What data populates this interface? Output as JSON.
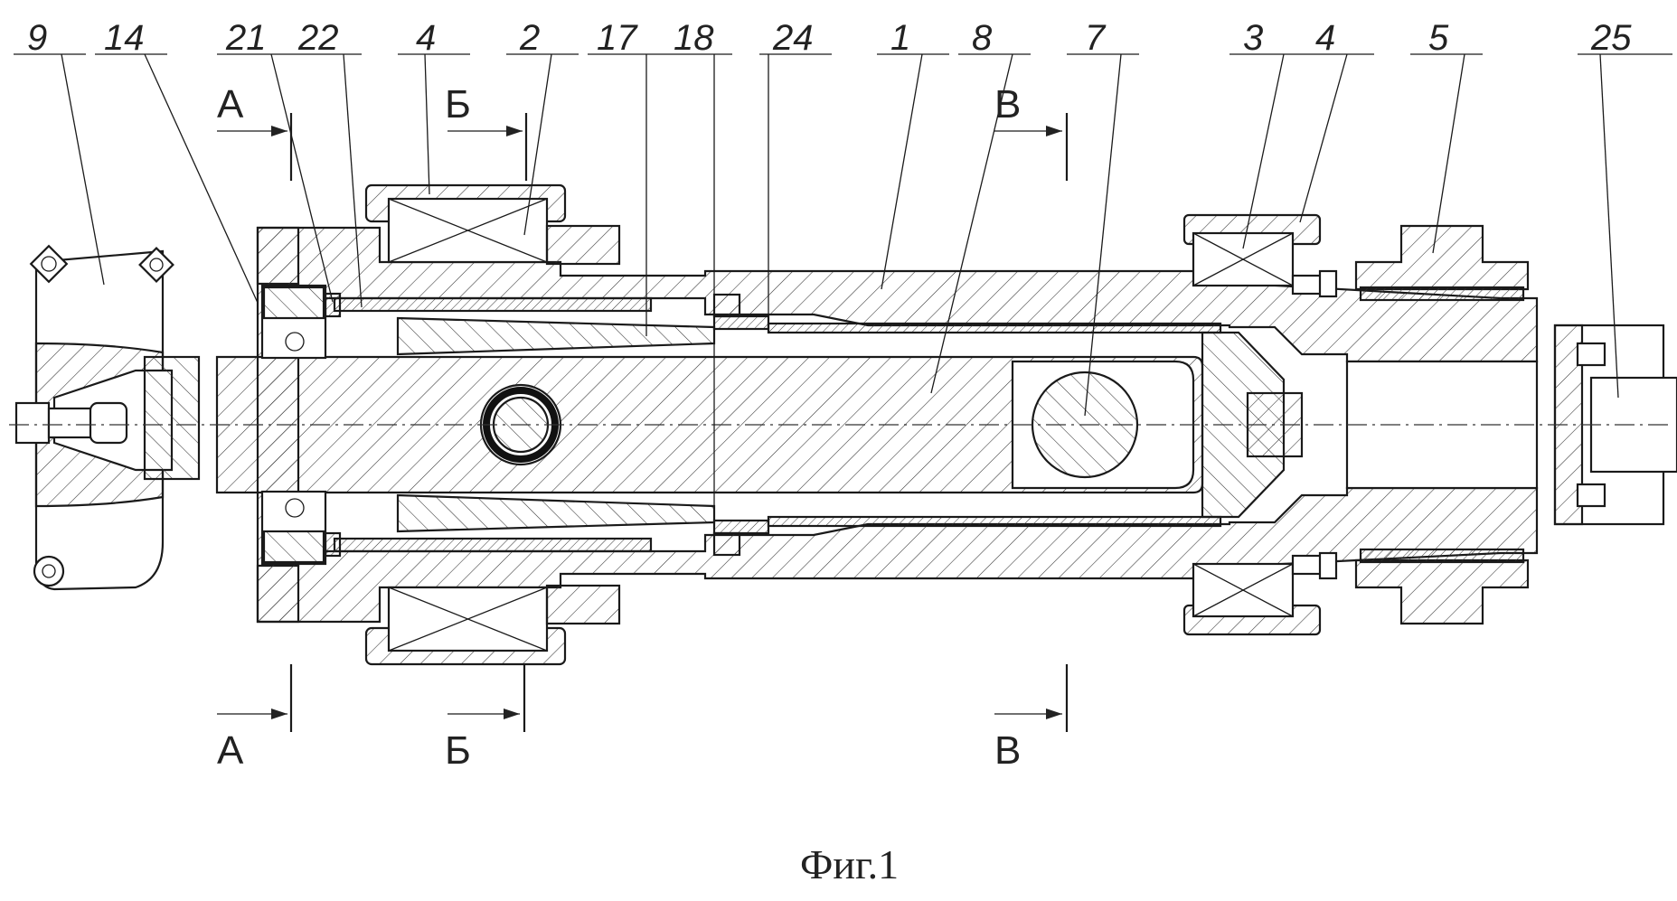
{
  "figure": {
    "caption": "Фиг.1",
    "part_labels": [
      "9",
      "14",
      "21",
      "22",
      "4",
      "2",
      "17",
      "18",
      "24",
      "1",
      "8",
      "7",
      "3",
      "4",
      "5",
      "25"
    ],
    "section_marks": {
      "a_top": "А",
      "b_top": "Б",
      "v_top": "В",
      "a_bottom": "А",
      "b_bottom": "Б",
      "v_bottom": "В"
    }
  }
}
